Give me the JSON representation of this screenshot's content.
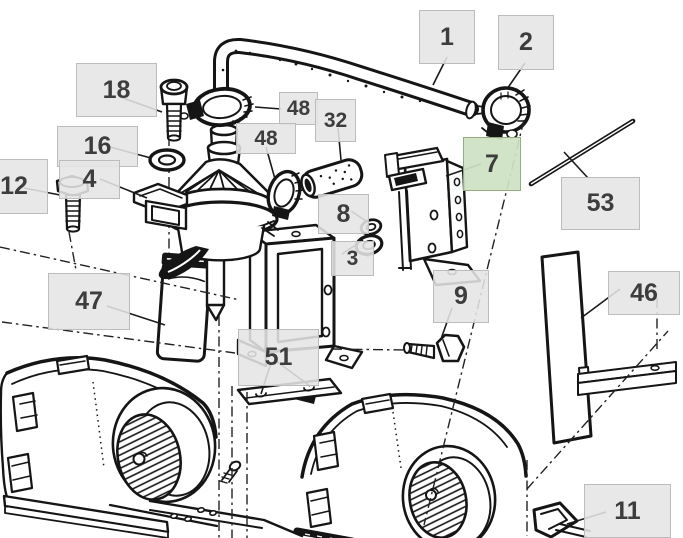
{
  "diagram": {
    "type": "exploded-parts-diagram",
    "background": "#ffffff",
    "line_color": "#151515",
    "callout_style": {
      "bg": "#e7e7e7",
      "border": "#bcbcbc",
      "text": "#3d3d3d",
      "selected_bg": "#cfe2c3",
      "selected_border": "#94ac83"
    },
    "selected_callout": "7",
    "callouts": [
      {
        "label": "1",
        "selected": false
      },
      {
        "label": "2",
        "selected": false
      },
      {
        "label": "18",
        "selected": false
      },
      {
        "label": "16",
        "selected": false
      },
      {
        "label": "4",
        "selected": false
      },
      {
        "label": "12",
        "selected": false
      },
      {
        "label": "48",
        "selected": false
      },
      {
        "label": "48",
        "selected": false
      },
      {
        "label": "32",
        "selected": false
      },
      {
        "label": "8",
        "selected": false
      },
      {
        "label": "3",
        "selected": false
      },
      {
        "label": "7",
        "selected": true
      },
      {
        "label": "53",
        "selected": false
      },
      {
        "label": "47",
        "selected": false
      },
      {
        "label": "51",
        "selected": false
      },
      {
        "label": "9",
        "selected": false
      },
      {
        "label": "46",
        "selected": false
      },
      {
        "label": "11",
        "selected": false
      }
    ]
  }
}
